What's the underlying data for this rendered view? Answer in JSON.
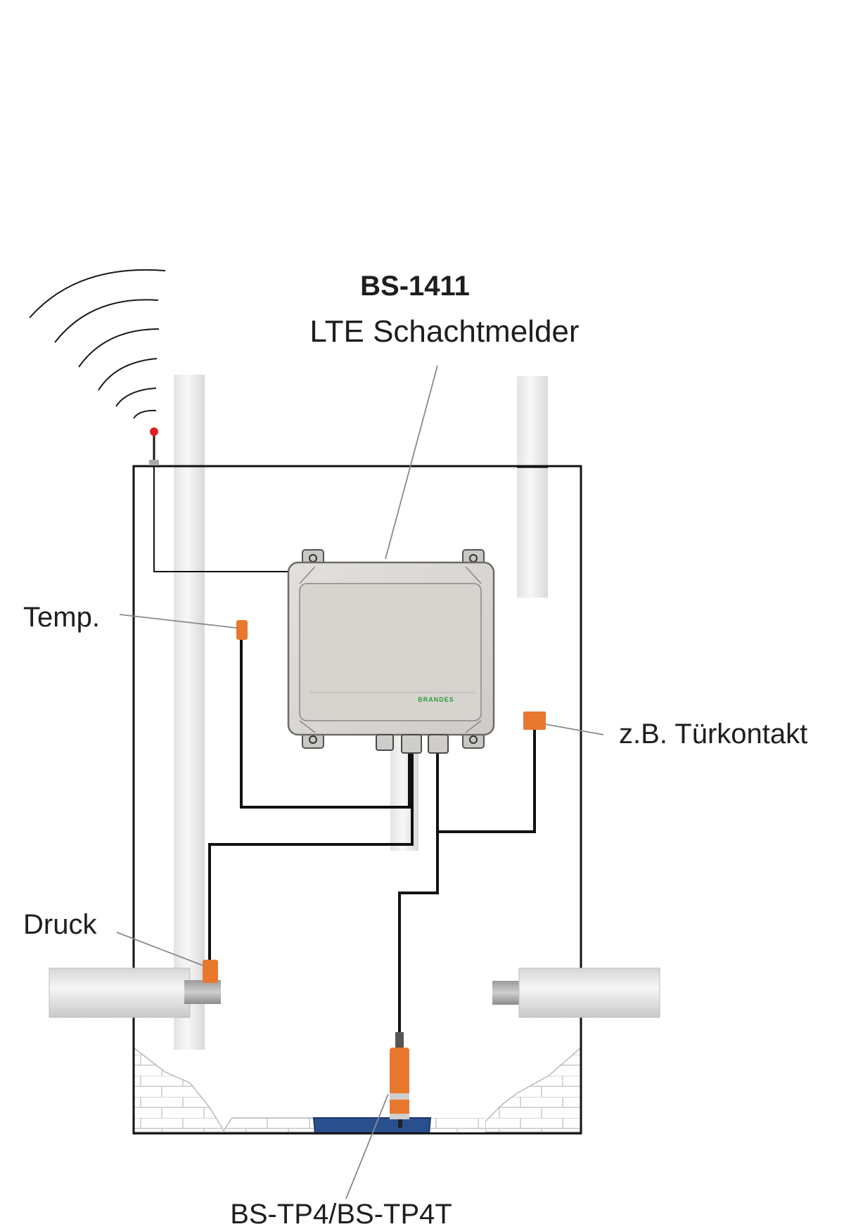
{
  "device": {
    "model": "BS-1411",
    "name": "LTE Schachtmelder",
    "brand": "BRANDES"
  },
  "labels": {
    "temperature": "Temp.",
    "door_contact": "z.B. Türkontakt",
    "pressure": "Druck",
    "level_probe": "BS-TP4/BS-TP4T"
  },
  "colors": {
    "sensor": "#e8782e",
    "antenna_tip": "#e02020",
    "water": "#2a4f8f",
    "cable": "#111111",
    "enclosure": "#d6d4d1"
  }
}
